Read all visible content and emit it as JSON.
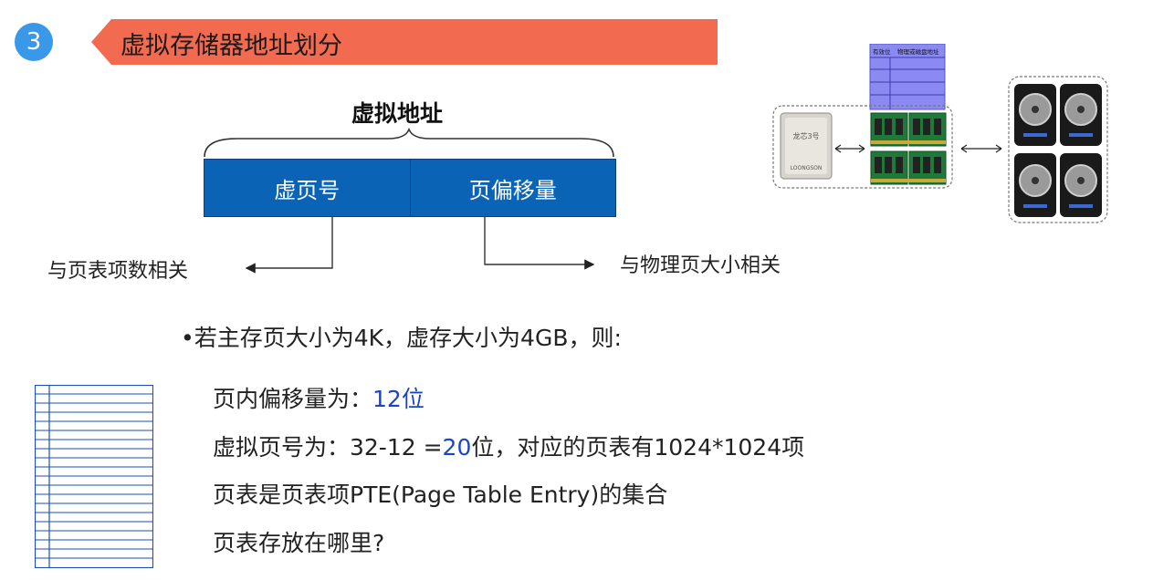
{
  "section": {
    "number": "3",
    "title": "虚拟存储器地址划分"
  },
  "diagram": {
    "title": "虚拟地址",
    "cells": [
      "虚页号",
      "页偏移量"
    ],
    "left_note": "与页表项数相关",
    "right_note": "与物理页大小相关"
  },
  "content": {
    "bullet": "•若主存页大小为4K，虚存大小为4GB，则:",
    "line1_prefix": "页内偏移量为：",
    "line1_value": "12位",
    "line2_prefix": "虚拟页号为：32-12 =",
    "line2_value": "20",
    "line2_suffix": "位，对应的页表有1024*1024项",
    "line3": "页表是页表项PTE(Page Table Entry)的集合",
    "line4": "页表存放在哪里?"
  },
  "hardware": {
    "table_header_1": "有效位",
    "table_header_2": "物理或磁盘地址",
    "chip_label": "龙芯3号",
    "chip_brand": "LOONGSON"
  },
  "colors": {
    "badge": "#3a98e8",
    "banner": "#f26a4f",
    "address_cell": "#0b63b6",
    "highlight": "#1b45c9",
    "page_table": "#8a8af2"
  }
}
